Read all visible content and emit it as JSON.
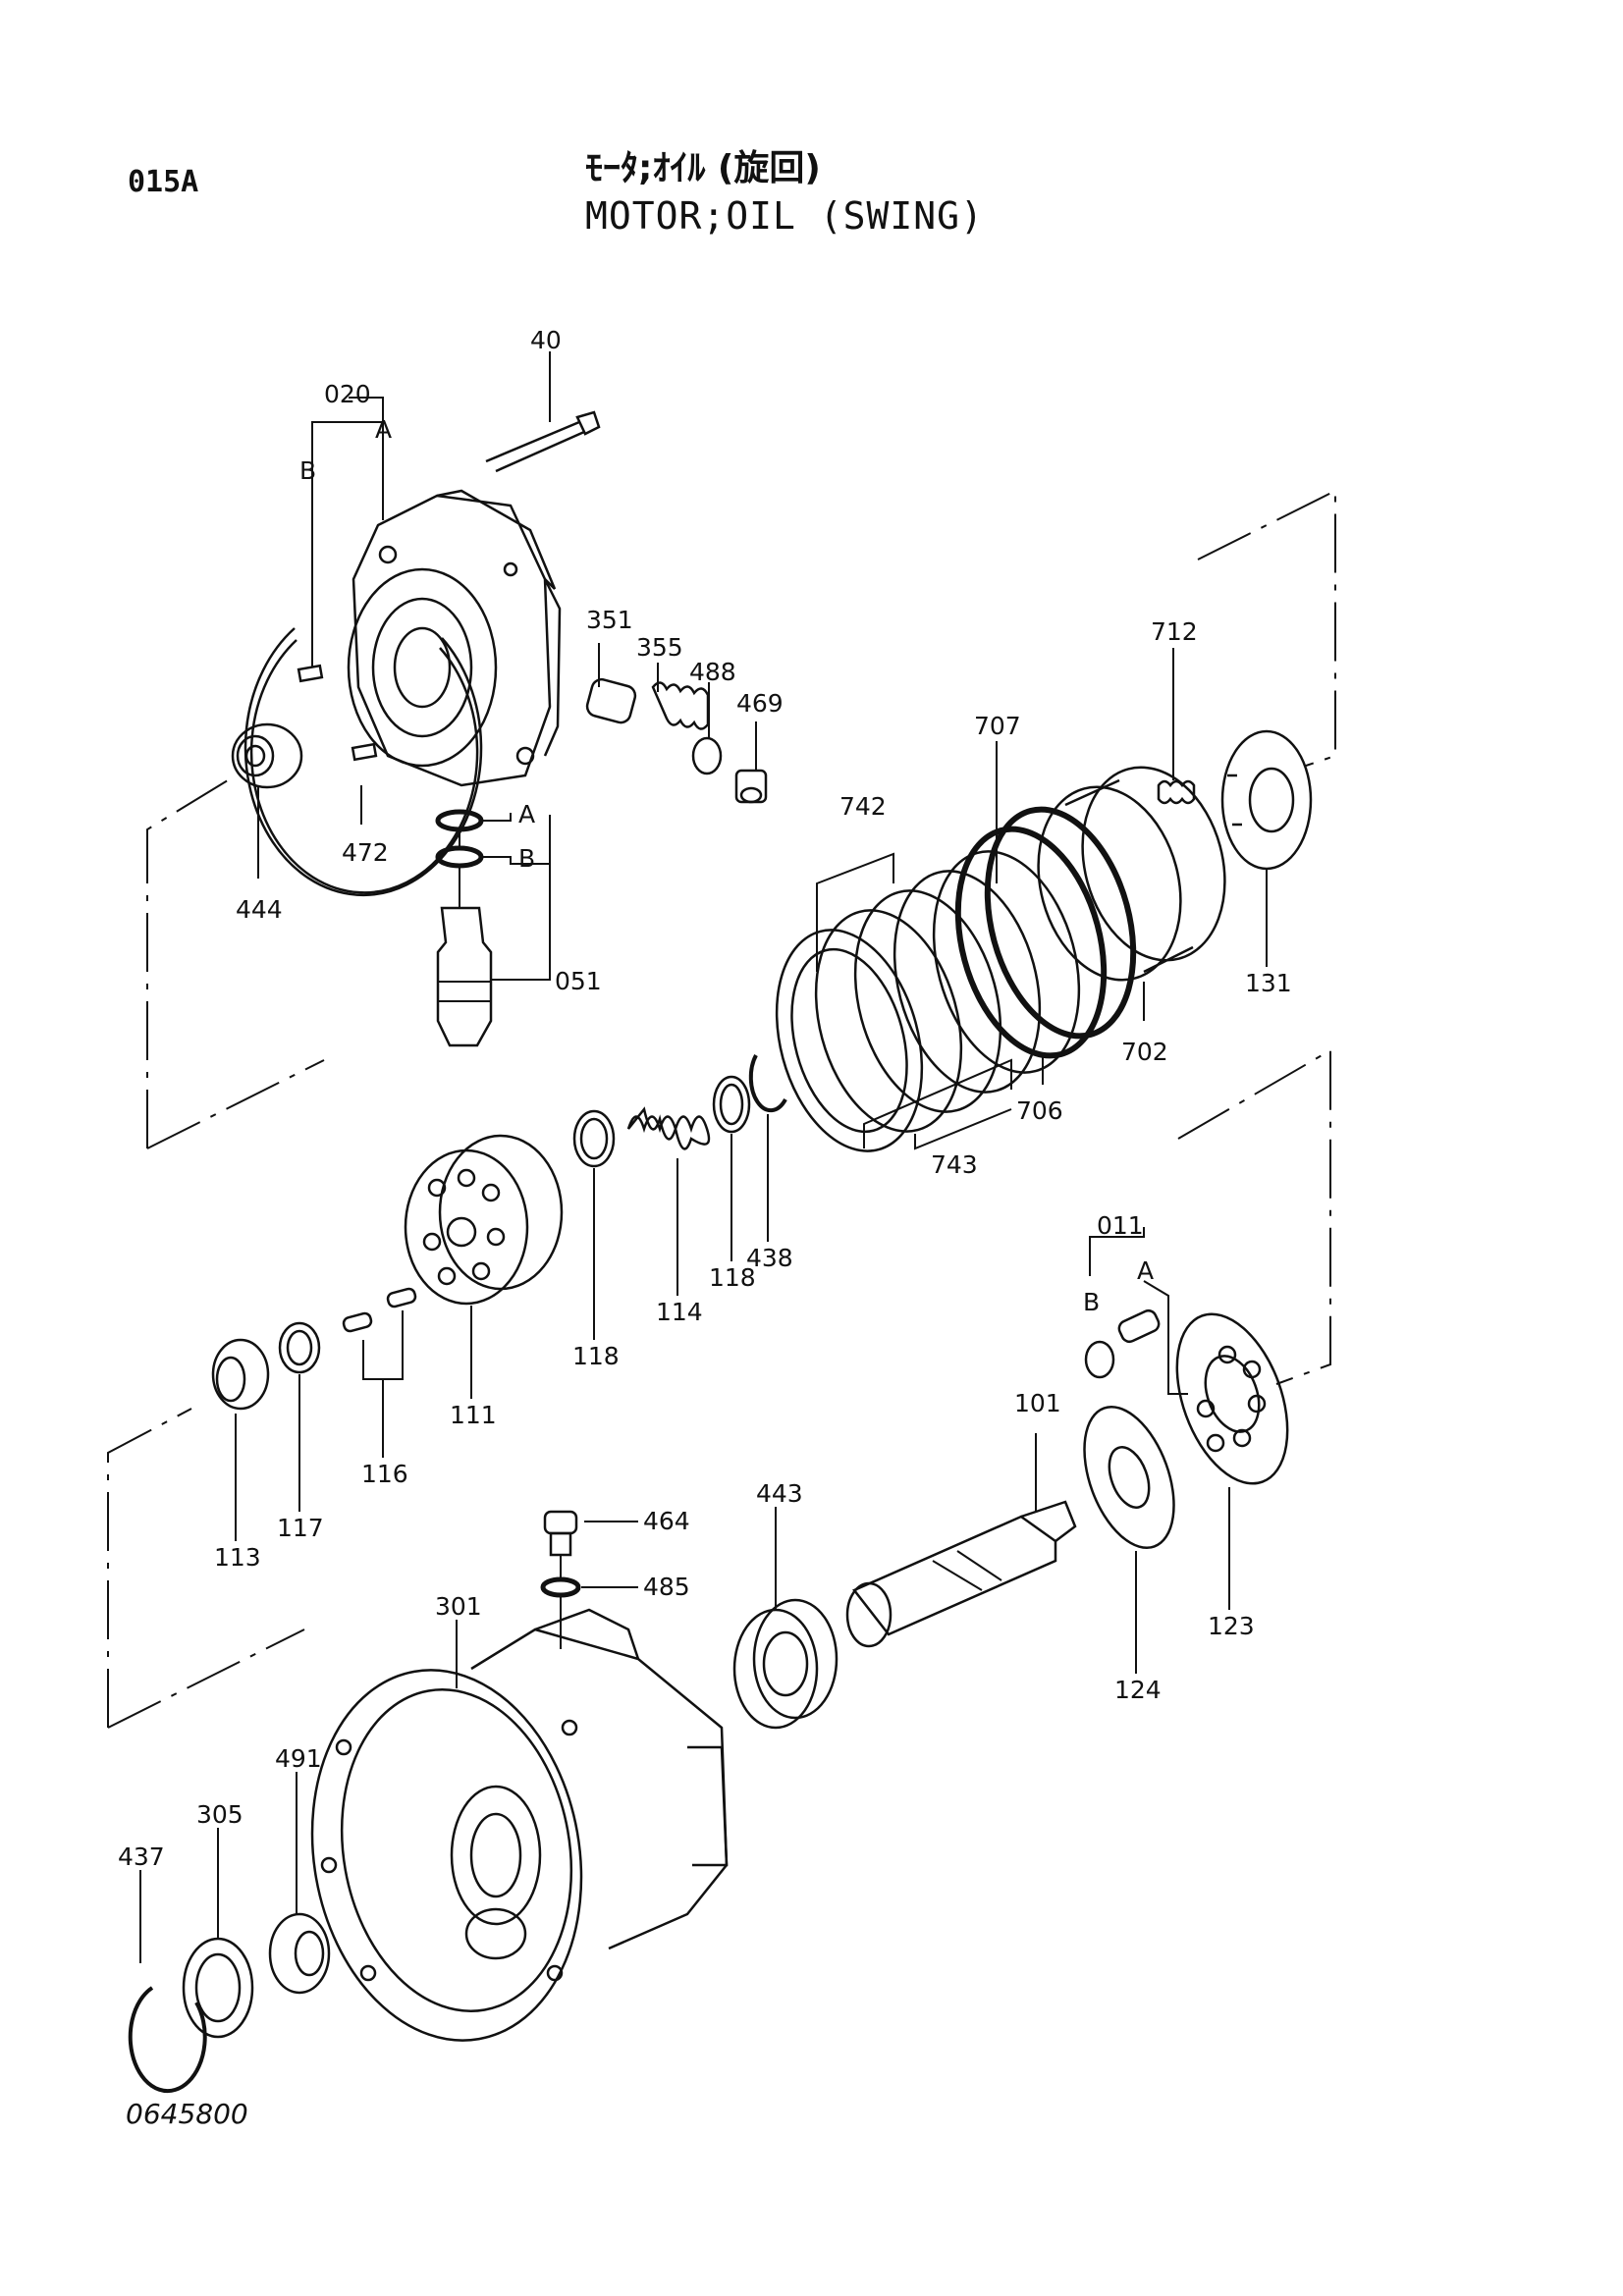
{
  "header": {
    "section_code": "015A",
    "title_jp": "ﾓｰﾀ;ｵｲﾙ (旋回)",
    "title_en": "MOTOR;OIL (SWING)"
  },
  "footer": {
    "drawing_number": "0645800"
  },
  "callouts": {
    "c40": "40",
    "c020": "020",
    "c020_a": "A",
    "c020_b": "B",
    "c351": "351",
    "c355": "355",
    "c488": "488",
    "c469": "469",
    "c712": "712",
    "c707": "707",
    "c742": "742",
    "c472": "472",
    "c444": "444",
    "c051_a": "A",
    "c051_b": "B",
    "c051": "051",
    "c131": "131",
    "c702": "702",
    "c706": "706",
    "c743": "743",
    "c438": "438",
    "c118a": "118",
    "c118b": "118",
    "c114": "114",
    "c011": "011",
    "c011_a": "A",
    "c011_b": "B",
    "c111": "111",
    "c116": "116",
    "c113": "113",
    "c117": "117",
    "c101": "101",
    "c443": "443",
    "c464": "464",
    "c485": "485",
    "c301": "301",
    "c123": "123",
    "c124": "124",
    "c491": "491",
    "c305": "305",
    "c437": "437"
  }
}
